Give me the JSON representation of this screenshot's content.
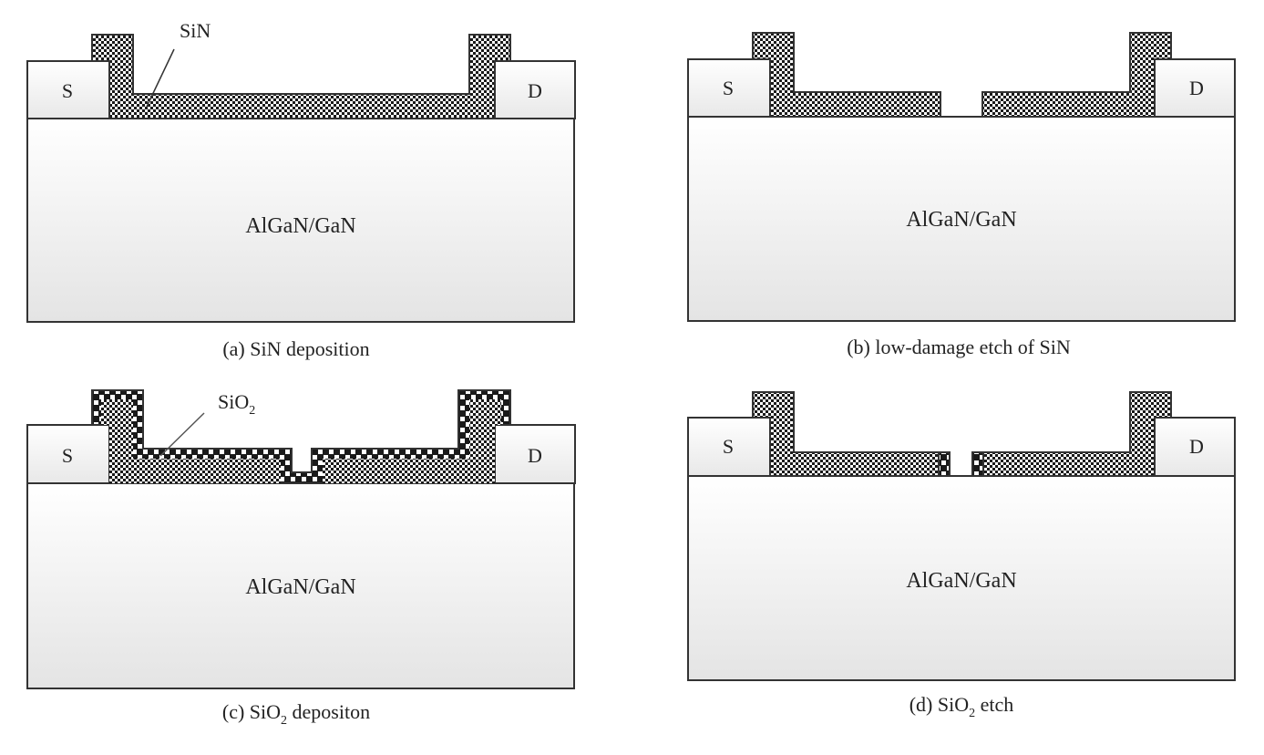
{
  "panels": {
    "a": {
      "caption": {
        "prefix": "(a) SiN deposition",
        "sub": "",
        "suffix": ""
      },
      "substrate_label": "AlGaN/GaN",
      "source_label": "S",
      "drain_label": "D",
      "callout": "SiN"
    },
    "b": {
      "caption": {
        "prefix": "(b) low-damage etch of SiN",
        "sub": "",
        "suffix": ""
      },
      "substrate_label": "AlGaN/GaN",
      "source_label": "S",
      "drain_label": "D"
    },
    "c": {
      "caption": {
        "prefix": "(c) SiO",
        "sub": "2",
        "suffix": " depositon"
      },
      "substrate_label": "AlGaN/GaN",
      "source_label": "S",
      "drain_label": "D",
      "callout": {
        "base": "SiO",
        "sub": "2"
      }
    },
    "d": {
      "caption": {
        "prefix": "(d) SiO",
        "sub": "2",
        "suffix": " etch"
      },
      "substrate_label": "AlGaN/GaN",
      "source_label": "S",
      "drain_label": "D"
    }
  },
  "colors": {
    "outline": "#333333",
    "substrate_top": "#ffffff",
    "substrate_bottom": "#e6e6e6",
    "checker_dark": "#1a1a1a",
    "checker_light": "#ffffff"
  }
}
